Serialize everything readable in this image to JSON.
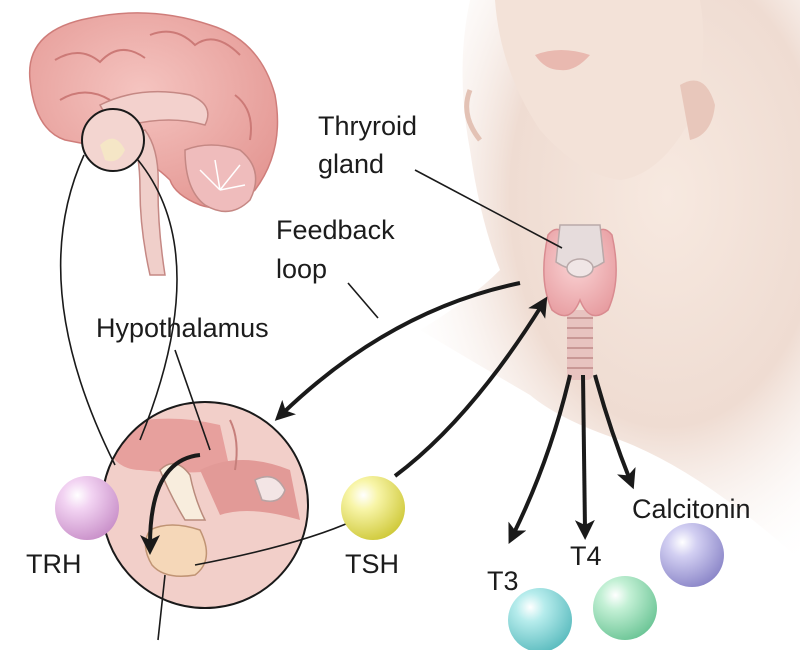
{
  "labels": {
    "thyroid_gland": [
      "Thryroid",
      "gland"
    ],
    "feedback_loop": [
      "Feedback",
      "loop"
    ],
    "hypothalamus": "Hypothalamus",
    "trh": "TRH",
    "tsh": "TSH",
    "t3": "T3",
    "t4": "T4",
    "calcitonin": "Calcitonin"
  },
  "colors": {
    "brain": "#eaa3a0",
    "thyroid": "#f1b3b5",
    "skin": "#efdcd2",
    "trh_ball": "#e4b8e4",
    "tsh_ball": "#f0ec7a",
    "t3_ball": "#8fdcdc",
    "t4_ball": "#a3e6c0",
    "calcitonin_ball": "#b4b0e4",
    "arrow": "#1a1a1a"
  }
}
